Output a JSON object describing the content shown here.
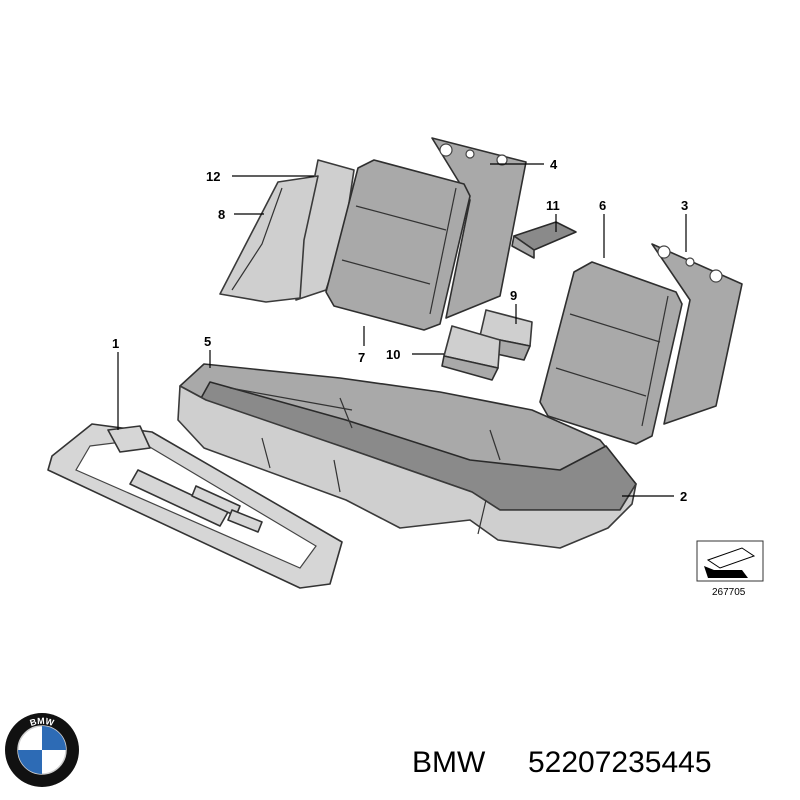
{
  "callouts": {
    "c1": "1",
    "c2": "2",
    "c3": "3",
    "c4": "4",
    "c5": "5",
    "c7": "7",
    "c6": "6",
    "c8": "8",
    "c9": "9",
    "c10": "10",
    "c11": "11",
    "c12": "12"
  },
  "reference_number": "267705",
  "caption": {
    "brand": "BMW",
    "part_number": "52207235445"
  },
  "logo": {
    "text": "BMW",
    "colors": {
      "ring": "#111111",
      "blue": "#2d6bb5",
      "white": "#ffffff"
    }
  }
}
